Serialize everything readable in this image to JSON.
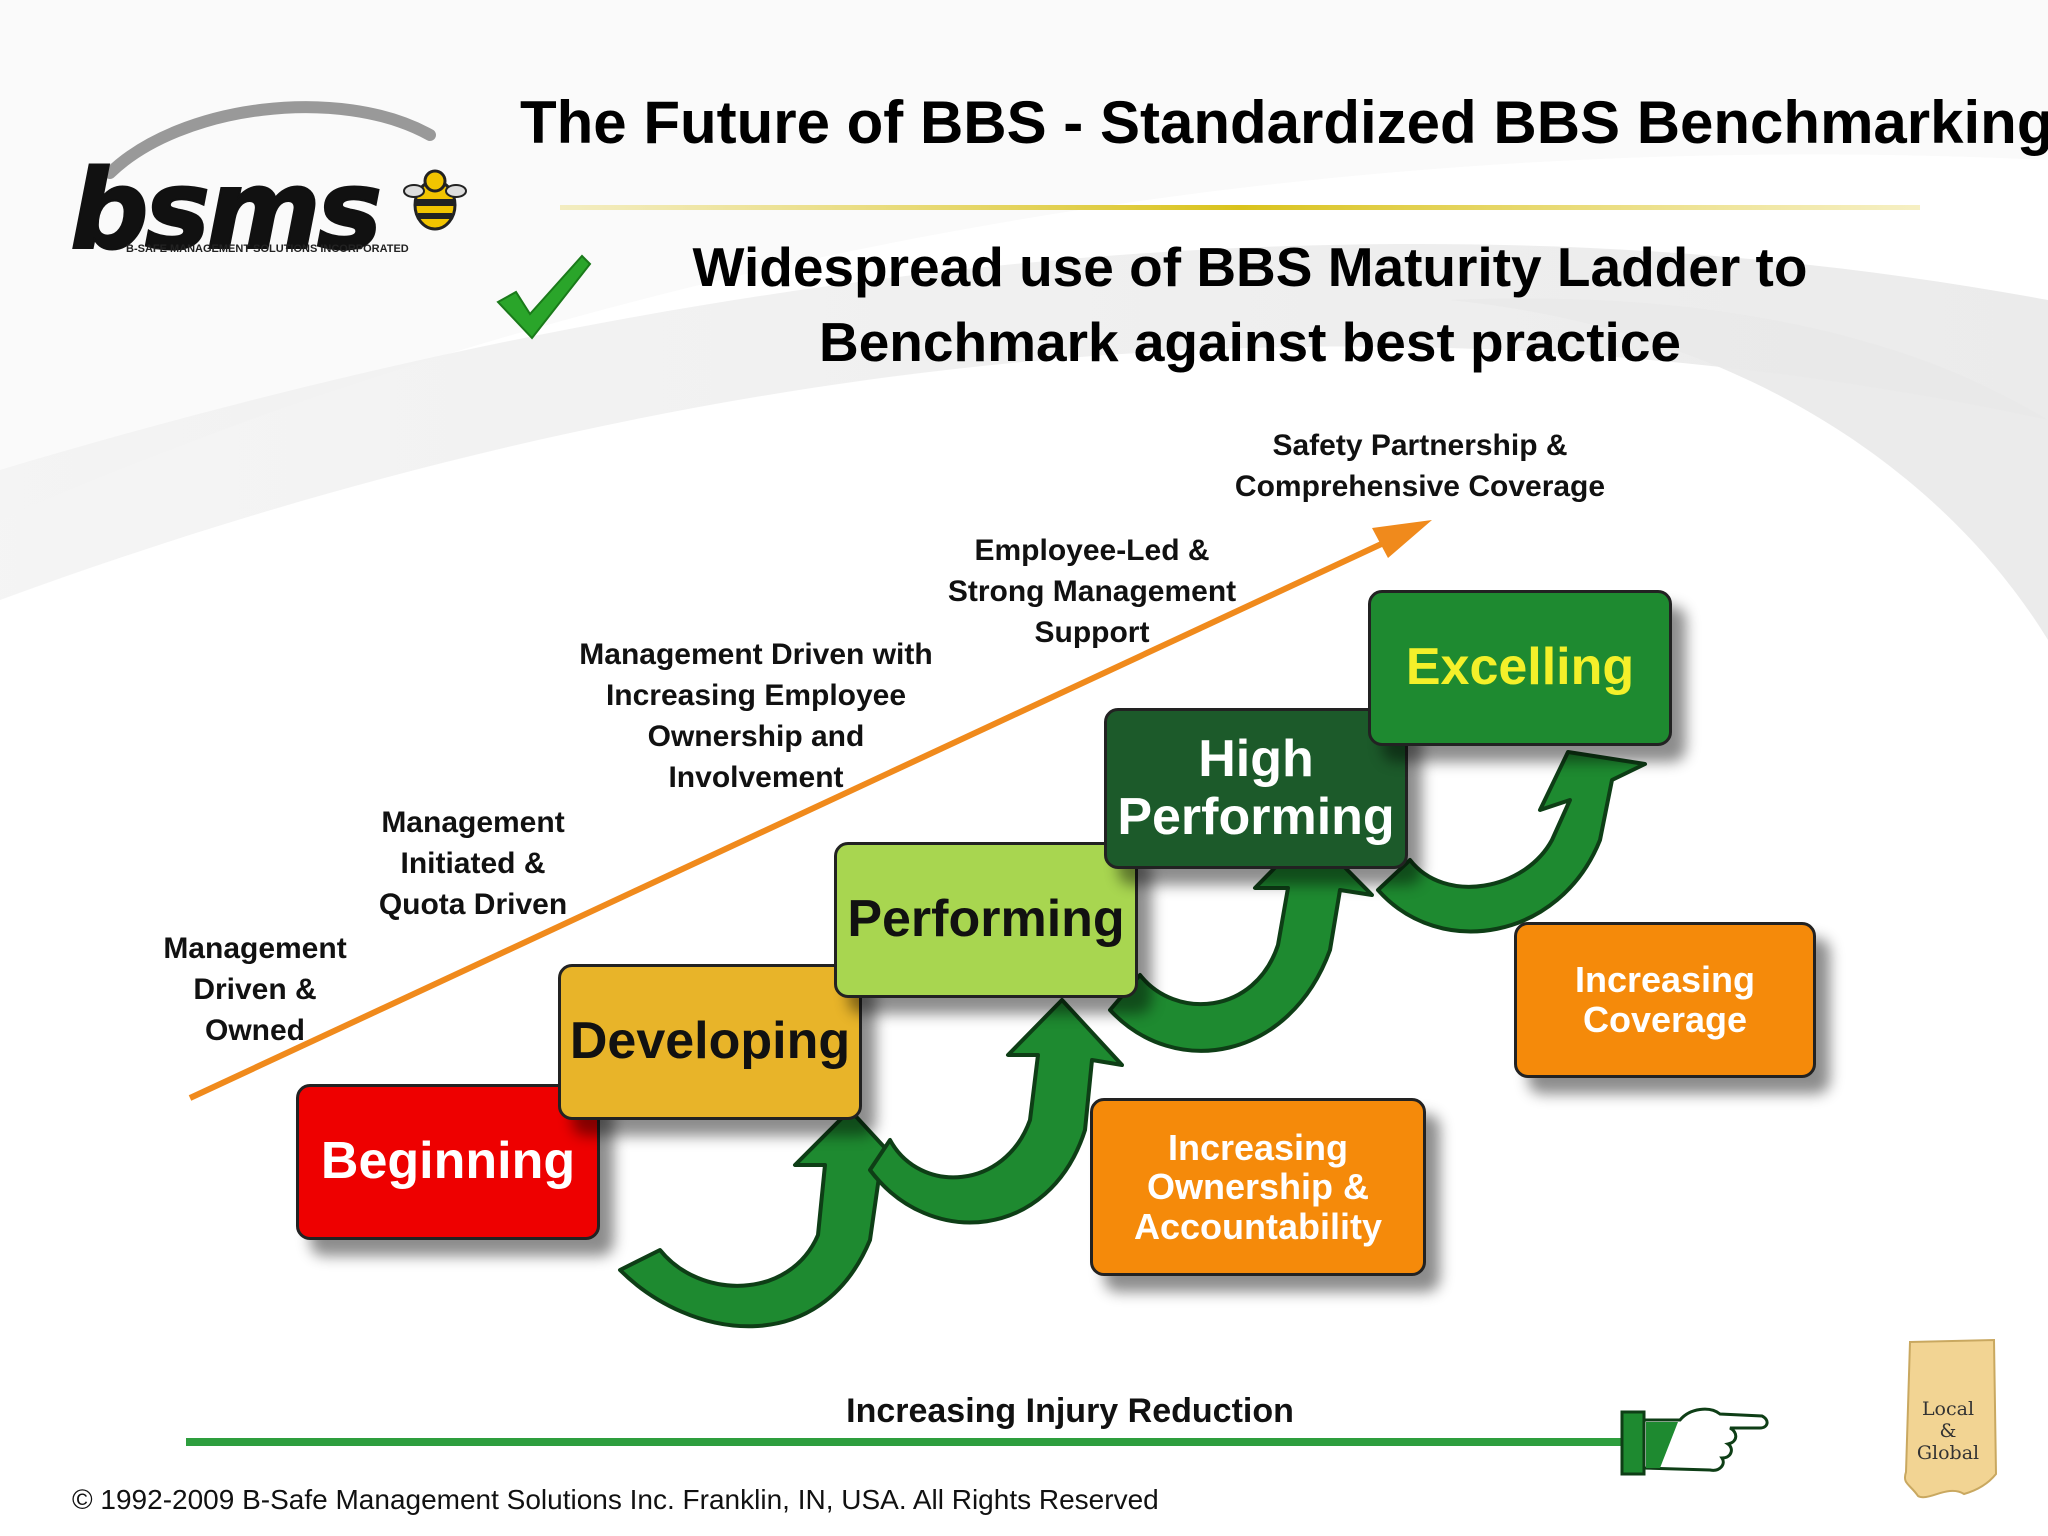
{
  "header": {
    "title": "The Future of BBS - Standardized BBS Benchmarking",
    "subtitle_line1": "Widespread use of BBS Maturity Ladder to",
    "subtitle_line2": "Benchmark against best practice"
  },
  "logo": {
    "name": "bsms",
    "tagline": "B-SAFE MANAGEMENT SOLUTIONS INCORPORATED"
  },
  "steps": [
    {
      "label": "Beginning",
      "color": "#ee0000"
    },
    {
      "label": "Developing",
      "color": "#e8b429"
    },
    {
      "label": "Performing",
      "color": "#a8d650"
    },
    {
      "label_line1": "High",
      "label_line2": "Performing",
      "color": "#1c5a2a"
    },
    {
      "label": "Excelling",
      "color": "#1e8a30"
    }
  ],
  "drivers": [
    {
      "line1": "Increasing",
      "line2": "Ownership &",
      "line3": "Accountability",
      "color": "#f58a0a"
    },
    {
      "line1": "Increasing",
      "line2": "Coverage",
      "color": "#f58a0a"
    }
  ],
  "stage_labels": [
    {
      "line1": "Management",
      "line2": "Driven &",
      "line3": "Owned"
    },
    {
      "line1": "Management",
      "line2": "Initiated &",
      "line3": "Quota Driven"
    },
    {
      "line1": "Management Driven with",
      "line2": "Increasing Employee",
      "line3": "Ownership and",
      "line4": "Involvement"
    },
    {
      "line1": "Employee-Led &",
      "line2": "Strong Management",
      "line3": "Support"
    },
    {
      "line1": "Safety Partnership &",
      "line2": "Comprehensive Coverage"
    }
  ],
  "bottom_axis": {
    "label": "Increasing Injury Reduction",
    "color": "#2e9e3e"
  },
  "footer": {
    "copyright": "© 1992-2009 B-Safe Management Solutions Inc.  Franklin, IN, USA. All Rights Reserved"
  },
  "badge": {
    "line1": "Local",
    "line2": "&",
    "line3": "Global"
  },
  "icons": {
    "check": "checkmark-icon",
    "pointer": "pointing-hand-icon",
    "state": "indiana-map-icon",
    "mascot": "bee-icon"
  }
}
